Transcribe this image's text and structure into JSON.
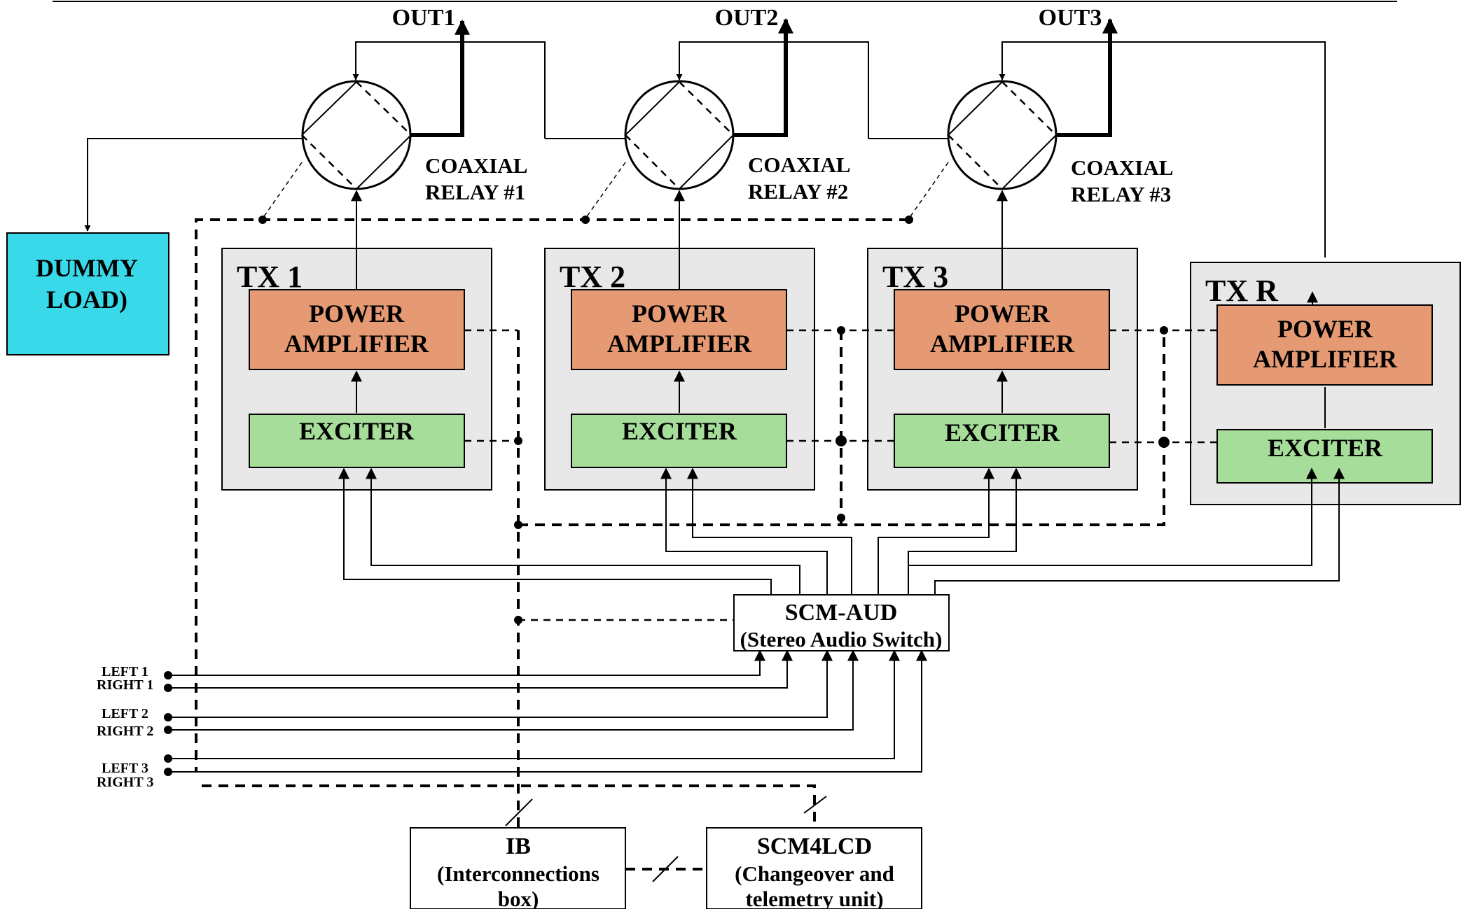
{
  "outputs": [
    "OUT1",
    "OUT2",
    "OUT3"
  ],
  "relays": [
    {
      "line1": "COAXIAL",
      "line2": "RELAY #1"
    },
    {
      "line1": "COAXIAL",
      "line2": "RELAY #2"
    },
    {
      "line1": "COAXIAL",
      "line2": "RELAY #3"
    }
  ],
  "dummy_load": {
    "line1": "DUMMY",
    "line2": "LOAD)"
  },
  "transmitters": [
    {
      "title": "TX 1",
      "pa_line1": "POWER",
      "pa_line2": "AMPLIFIER",
      "exciter": "EXCITER"
    },
    {
      "title": "TX 2",
      "pa_line1": "POWER",
      "pa_line2": "AMPLIFIER",
      "exciter": "EXCITER"
    },
    {
      "title": "TX 3",
      "pa_line1": "POWER",
      "pa_line2": "AMPLIFIER",
      "exciter": "EXCITER"
    },
    {
      "title": "TX R",
      "pa_line1": "POWER",
      "pa_line2": "AMPLIFIER",
      "exciter": "EXCITER"
    }
  ],
  "scm_aud": {
    "title": "SCM-AUD",
    "subtitle": "(Stereo Audio Switch)"
  },
  "audio_inputs": [
    "LEFT 1",
    "RIGHT 1",
    "LEFT 2",
    "RIGHT 2",
    "LEFT 3",
    "RIGHT 3"
  ],
  "ib": {
    "title": "IB",
    "line1": "(Interconnections",
    "line2": "box)"
  },
  "scm4lcd": {
    "title": "SCM4LCD",
    "line1": "(Changeover and",
    "line2": "telemetry unit)"
  }
}
